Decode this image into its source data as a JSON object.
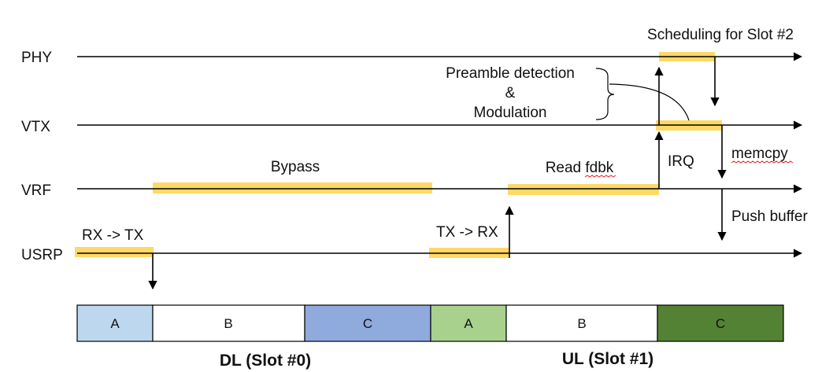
{
  "lanes": {
    "phy": "PHY",
    "vtx": "VTX",
    "vrf": "VRF",
    "usrp": "USRP"
  },
  "annotations": {
    "scheduling": "Scheduling for Slot #2",
    "preamble_line1": "Preamble detection",
    "preamble_line2": "&",
    "preamble_line3": "Modulation",
    "bypass": "Bypass",
    "read_fdbk": "Read fdbk",
    "irq": "IRQ",
    "memcpy": "memcpy",
    "push_buffer": "Push buffer",
    "rx_tx": "RX -> TX",
    "tx_rx": "TX -> RX"
  },
  "slots": {
    "dl_segments": [
      {
        "label": "A",
        "color": "#bdd7ee"
      },
      {
        "label": "B",
        "color": "#ffffff"
      },
      {
        "label": "C",
        "color": "#8faadc"
      }
    ],
    "ul_segments": [
      {
        "label": "A",
        "color": "#a9d18e"
      },
      {
        "label": "B",
        "color": "#ffffff"
      },
      {
        "label": "C",
        "color": "#548235"
      }
    ],
    "dl_label": "DL (Slot #0)",
    "ul_label": "UL (Slot #1)"
  },
  "colors": {
    "highlight": "#ffd966",
    "line": "#000000",
    "spellcheck": "#e02020"
  }
}
